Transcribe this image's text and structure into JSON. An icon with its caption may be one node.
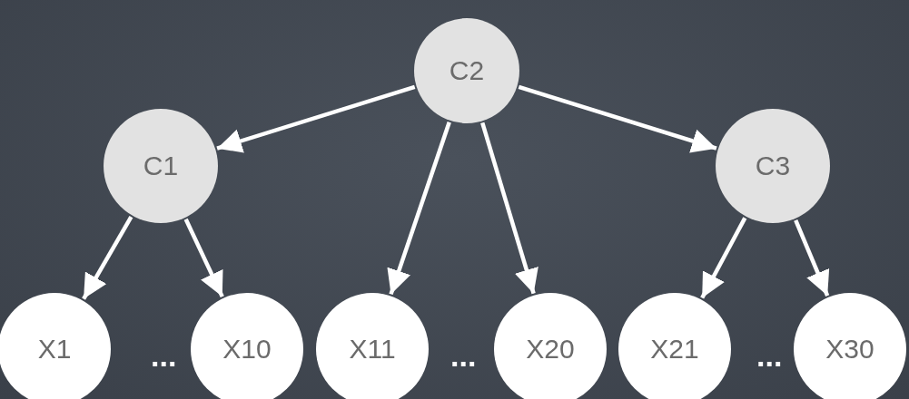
{
  "diagram": {
    "nodes": [
      {
        "text": [
          "C2"
        ]
      },
      {
        "text": [
          "C1"
        ]
      },
      {
        "text": [
          "C3"
        ]
      },
      {
        "text": [
          "X1"
        ]
      },
      {
        "text": [
          "X10"
        ]
      },
      {
        "text": [
          "X11"
        ]
      },
      {
        "text": [
          "X20"
        ]
      },
      {
        "text": [
          "X21"
        ]
      },
      {
        "text": [
          "X30"
        ]
      }
    ],
    "edges": [
      {
        "from": 0,
        "to": 1,
        "arrow": "to"
      },
      {
        "from": 0,
        "to": 5,
        "arrow": "to"
      },
      {
        "from": 0,
        "to": 6,
        "arrow": "to"
      },
      {
        "from": 0,
        "to": 2,
        "arrow": "to"
      },
      {
        "from": 1,
        "to": 3,
        "arrow": "to"
      },
      {
        "from": 1,
        "to": 4,
        "arrow": "to"
      },
      {
        "from": 2,
        "to": 7,
        "arrow": "to"
      },
      {
        "from": 2,
        "to": 8,
        "arrow": "to"
      }
    ],
    "labels": [
      "...",
      "...",
      "..."
    ]
  }
}
